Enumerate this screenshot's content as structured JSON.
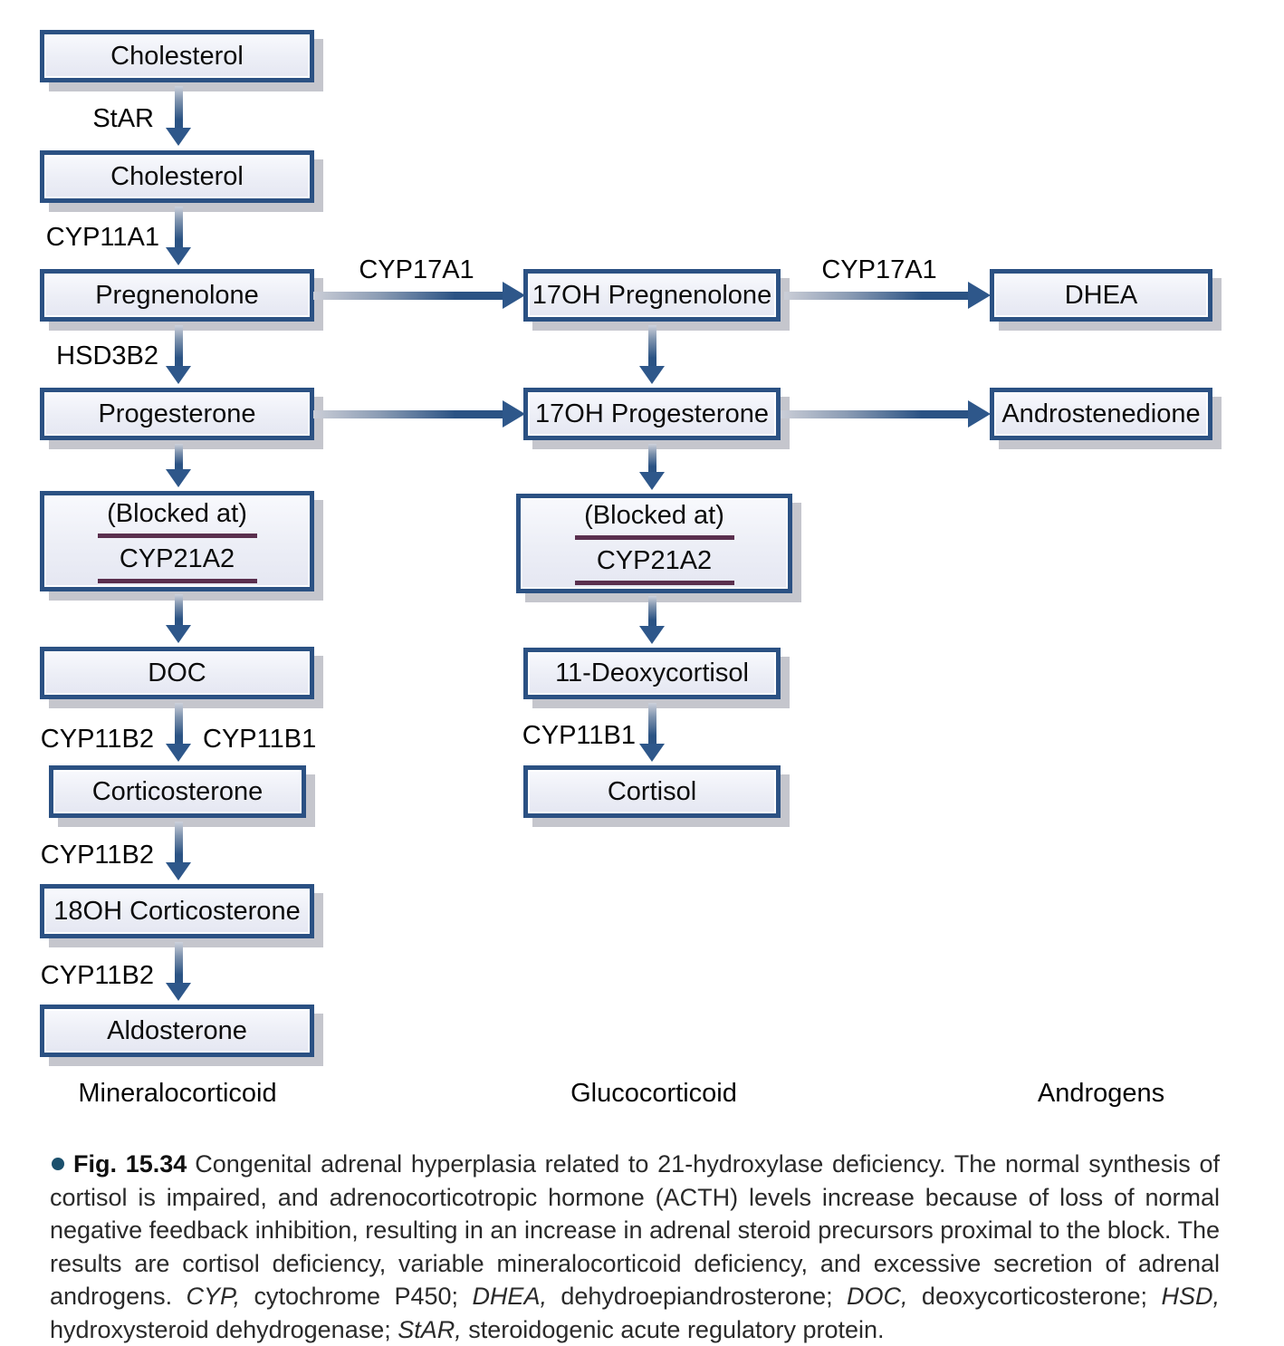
{
  "nodes": {
    "cholesterol_top": "Cholesterol",
    "cholesterol_mito": "Cholesterol",
    "pregnenolone": "Pregnenolone",
    "progesterone": "Progesterone",
    "blocked_left_line1": "(Blocked at)",
    "blocked_left_line2": "CYP21A2",
    "doc": "DOC",
    "corticosterone": "Corticosterone",
    "oh18_corticosterone": "18OH Corticosterone",
    "aldosterone": "Aldosterone",
    "oh17_pregnenolone": "17OH Pregnenolone",
    "oh17_progesterone": "17OH Progesterone",
    "blocked_mid_line1": "(Blocked at)",
    "blocked_mid_line2": "CYP21A2",
    "deoxycortisol11": "11-Deoxycortisol",
    "cortisol": "Cortisol",
    "dhea": "DHEA",
    "androstenedione": "Androstenedione"
  },
  "enzymes": {
    "star": "StAR",
    "cyp11a1": "CYP11A1",
    "hsd3b2": "HSD3B2",
    "cyp17a1_preg": "CYP17A1",
    "cyp17a1_dhea": "CYP17A1",
    "cyp11b2_doc": "CYP11B2",
    "cyp11b1_doc": "CYP11B1",
    "cyp11b2_cort": "CYP11B2",
    "cyp11b2_18oh": "CYP11B2",
    "cyp11b1_cortisol": "CYP11B1"
  },
  "categories": {
    "mineralocorticoid": "Mineralocorticoid",
    "glucocorticoid": "Glucocorticoid",
    "androgens": "Androgens"
  },
  "figure": {
    "caption": {
      "label": "Fig. 15.34",
      "segments": [
        {
          "text": "Congenital adrenal hyperplasia related to 21-hydroxylase deficiency. The normal synthesis of cortisol is impaired, and adrenocorticotropic hormone (ACTH) levels increase because of loss of normal negative feedback inhibition, resulting in an increase in adrenal steroid precursors proximal to the block. The results are cortisol deficiency, variable mineralocorticoid deficiency, and excessive secretion of adrenal androgens. "
        },
        {
          "text": "CYP,",
          "italic": true
        },
        {
          "text": " cytochrome P450; "
        },
        {
          "text": "DHEA,",
          "italic": true
        },
        {
          "text": " dehydroepiandrosterone; "
        },
        {
          "text": "DOC,",
          "italic": true
        },
        {
          "text": " deoxycorticosterone; "
        },
        {
          "text": "HSD,",
          "italic": true
        },
        {
          "text": " hydroxysteroid dehydrogenase; "
        },
        {
          "text": "StAR,",
          "italic": true
        },
        {
          "text": " steroidogenic acute regulatory protein."
        }
      ]
    }
  },
  "colors": {
    "box_border": "#2b5183",
    "box_fill_top": "#f8f9fd",
    "box_fill_bottom": "#e5e7f2",
    "arrow": "#2b5384",
    "block_underline": "#5a2f4e",
    "shadow": "#c5c6cd",
    "caption_bullet": "#1b506d"
  }
}
